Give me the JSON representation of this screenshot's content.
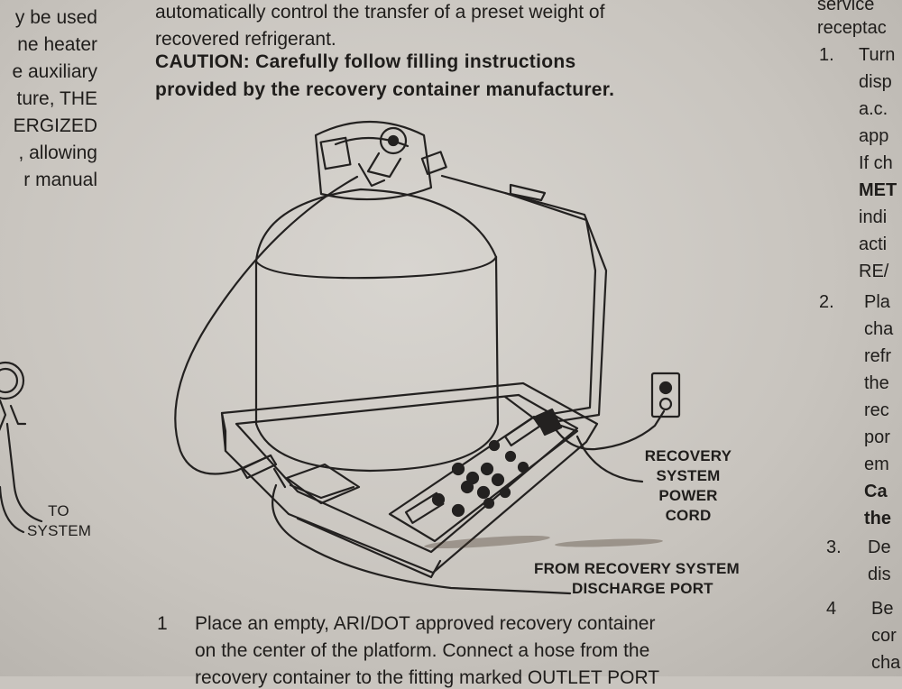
{
  "left_column": [
    "y be used",
    "ne heater",
    "e auxiliary",
    "ture, THE",
    "ERGIZED",
    ", allowing",
    "r manual"
  ],
  "to_system_label": [
    "TO",
    "SYSTEM"
  ],
  "top_text": [
    "automatically control the transfer of a preset  weight of",
    "recovered refrigerant."
  ],
  "caution": [
    "CAUTION: Carefully follow filling instructions",
    "provided by the recovery container manufacturer."
  ],
  "right_column": {
    "top": [
      "service",
      "receptac"
    ],
    "steps": [
      {
        "number": "1.",
        "lines": [
          "Turn",
          "disp",
          "a.c.",
          "app",
          "If ch",
          "MET",
          "indi",
          "acti",
          "RE/"
        ]
      },
      {
        "number": "2.",
        "lines": [
          "Pla",
          "cha",
          "refr",
          "the",
          "rec",
          "por",
          "em",
          "Ca",
          "the"
        ]
      },
      {
        "number": "3.",
        "lines": [
          "De",
          "dis"
        ]
      },
      {
        "number": "4",
        "lines": [
          "Be",
          "cor",
          "cha"
        ]
      }
    ]
  },
  "callouts": {
    "power_cord": [
      "RECOVERY",
      "SYSTEM",
      "POWER",
      "CORD"
    ],
    "discharge": [
      "FROM RECOVERY SYSTEM",
      "DISCHARGE PORT"
    ]
  },
  "step1": {
    "number": "1",
    "lines": [
      "Place an empty, ARI/DOT approved recovery container",
      "on the center of the platform.  Connect a hose from the",
      "recovery container to the fitting marked OUTLET PORT"
    ]
  }
}
